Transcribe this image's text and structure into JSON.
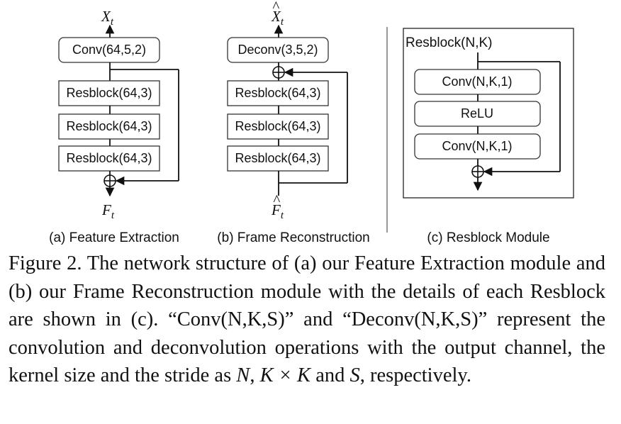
{
  "panel_a": {
    "top_label": "X",
    "top_sub": "t",
    "conv": "Conv(64,5,2)",
    "resblocks": [
      "Resblock(64,3)",
      "Resblock(64,3)",
      "Resblock(64,3)"
    ],
    "bottom_label": "F",
    "bottom_sub": "t",
    "sublabel": "(a) Feature Extraction"
  },
  "panel_b": {
    "top_label": "X",
    "top_hat": "^",
    "top_sub": "t",
    "deconv": "Deconv(3,5,2)",
    "resblocks": [
      "Resblock(64,3)",
      "Resblock(64,3)",
      "Resblock(64,3)"
    ],
    "bottom_label": "F",
    "bottom_hat": "^",
    "bottom_sub": "t",
    "sublabel": "(b) Frame Reconstruction"
  },
  "panel_c": {
    "title": "Resblock(N,K)",
    "layers": [
      "Conv(N,K,1)",
      "ReLU",
      "Conv(N,K,1)"
    ],
    "sublabel": "(c) Resblock Module"
  },
  "caption": {
    "p1": "Figure 2. The network structure of (a) our Feature Extraction module and (b) our Frame Reconstruction module with the details of each Resblock are shown in (c).  “Conv(N,K,S)” and “Deconv(N,K,S)” represent the convolution and deconvolution operations with the output channel, the kernel size and the stride as ",
    "m1": "N",
    "p2": ", ",
    "m2": "K × K",
    "p3": " and ",
    "m3": "S",
    "p4": ", respectively."
  }
}
